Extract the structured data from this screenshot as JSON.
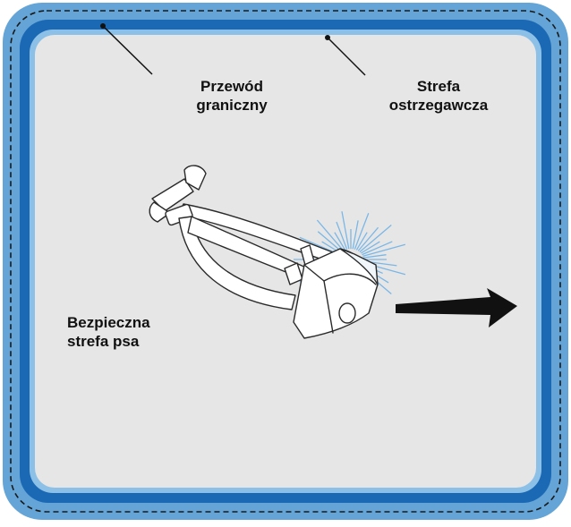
{
  "labels": {
    "boundary_wire": [
      "Przewód",
      "graniczny"
    ],
    "warning_zone": [
      "Strefa",
      "ostrzegawcza"
    ],
    "safe_zone": [
      "Bezpieczna",
      "strefa psa"
    ]
  },
  "colors": {
    "outer_band": "#64a4d6",
    "inner_band": "#1b69b4",
    "field": "#e6e6e6",
    "dashed_wire": "#1a1a1a",
    "arrow": "#111111",
    "glow": "#6fb2e6"
  },
  "icons": {
    "collar": "dog-collar-icon",
    "arrow": "right-arrow-icon"
  }
}
